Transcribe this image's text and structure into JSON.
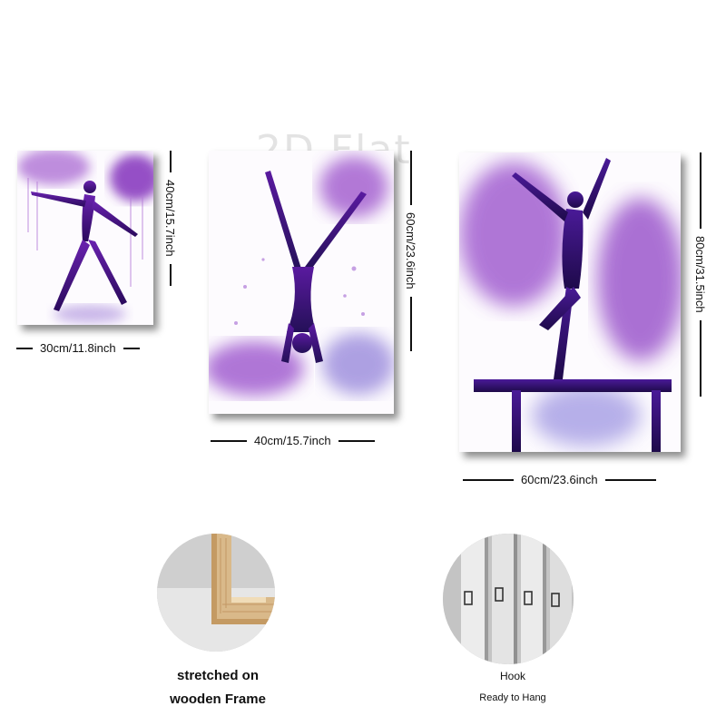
{
  "watermark": "2D Flat",
  "panels": [
    {
      "name": "small",
      "width_label": "30cm/11.8inch",
      "height_label": "40cm/15.7inch",
      "pose": "lunge-arms-spread-icon"
    },
    {
      "name": "medium",
      "width_label": "40cm/15.7inch",
      "height_label": "60cm/23.6inch",
      "pose": "handstand-split-icon"
    },
    {
      "name": "large",
      "width_label": "60cm/23.6inch",
      "height_label": "80cm/31.5inch",
      "pose": "balance-beam-pose-icon"
    }
  ],
  "features": [
    {
      "name": "frame",
      "lines": [
        "stretched on",
        "wooden Frame"
      ],
      "icon": "wooden-frame-corner-icon"
    },
    {
      "name": "hook",
      "lines": [
        "Hook",
        "Ready to Hang"
      ],
      "icon": "sawtooth-hook-icon"
    }
  ],
  "colors": {
    "accent": "#8e44c8",
    "deep": "#3a1070",
    "light": "#c9a6e6",
    "wood": "#d9b98a"
  }
}
